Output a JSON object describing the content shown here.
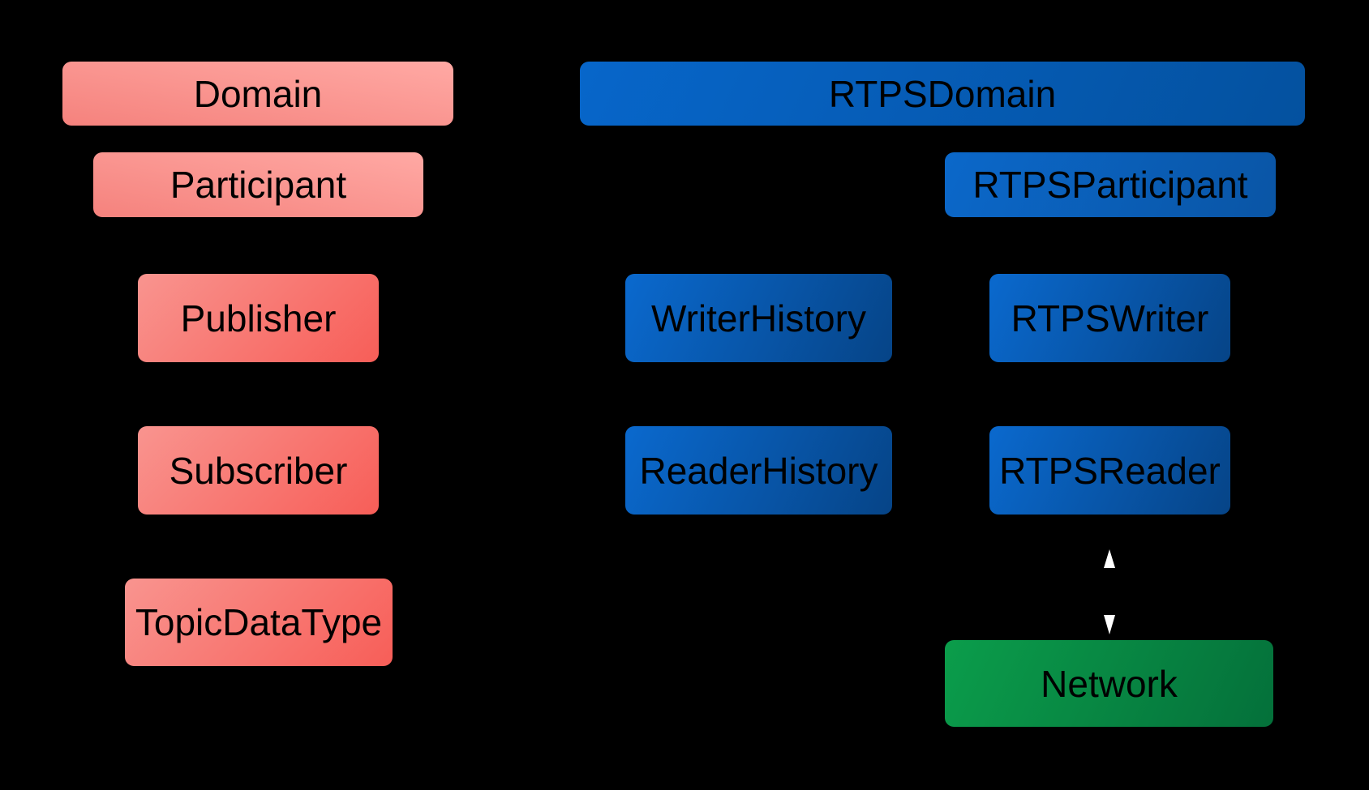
{
  "nodes": {
    "domain": {
      "label": "Domain",
      "layer": "dds",
      "theme": "pink-light"
    },
    "participant": {
      "label": "Participant",
      "layer": "dds",
      "theme": "pink-light"
    },
    "publisher": {
      "label": "Publisher",
      "layer": "dds",
      "theme": "pink-strong"
    },
    "subscriber": {
      "label": "Subscriber",
      "layer": "dds",
      "theme": "pink-strong"
    },
    "topic_data_type": {
      "label": "TopicDataType",
      "layer": "dds",
      "theme": "pink-strong"
    },
    "rtps_domain": {
      "label": "RTPSDomain",
      "layer": "rtps",
      "theme": "blue-wide"
    },
    "rtps_participant": {
      "label": "RTPSParticipant",
      "layer": "rtps",
      "theme": "blue-mid"
    },
    "writer_history": {
      "label": "WriterHistory",
      "layer": "rtps",
      "theme": "blue-small"
    },
    "rtps_writer": {
      "label": "RTPSWriter",
      "layer": "rtps",
      "theme": "blue-small"
    },
    "reader_history": {
      "label": "ReaderHistory",
      "layer": "rtps",
      "theme": "blue-small"
    },
    "rtps_reader": {
      "label": "RTPSReader",
      "layer": "rtps",
      "theme": "blue-small"
    },
    "network": {
      "label": "Network",
      "layer": "network",
      "theme": "green"
    }
  },
  "connector": {
    "type": "bidirectional-arrow",
    "from": "rtps_reader",
    "to": "network",
    "arrowheads": [
      "up",
      "down"
    ],
    "color": "#FFFFFF"
  },
  "colors": {
    "background": "#000000",
    "text": "#000000",
    "arrow": "#FFFFFF",
    "pink-light-start": "#F5827D",
    "pink-light-end": "#FFA9A4",
    "pink-strong-start": "#F9948F",
    "pink-strong-end": "#F75E58",
    "blue-wide-start": "#0766CA",
    "blue-wide-end": "#04519F",
    "blue-mid-start": "#0B68CA",
    "blue-mid-end": "#0A55A5",
    "blue-small-start": "#0A69CE",
    "blue-small-end": "#064487",
    "green-start": "#0B9D4B",
    "green-end": "#04703A"
  }
}
